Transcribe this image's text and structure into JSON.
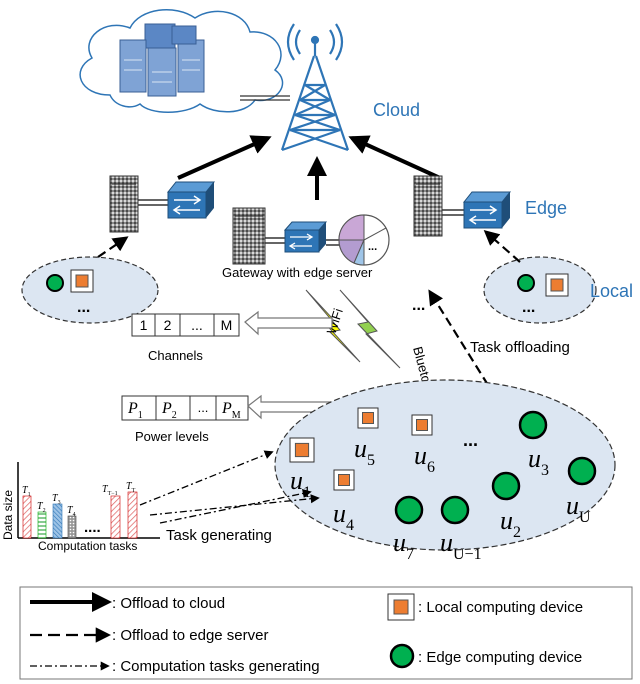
{
  "tiers": {
    "cloud": "Cloud",
    "edge": "Edge",
    "local": "Local"
  },
  "gateway_label": "Gateway with edge server",
  "wireless": {
    "wifi": "WiFi",
    "bluetooth": "Bluetooth"
  },
  "ellipsis": "...",
  "task_offloading": "Task offloading",
  "channels": {
    "cells": [
      "1",
      "2",
      "...",
      "M"
    ],
    "label": "Channels"
  },
  "power_levels": {
    "cells": [
      {
        "sym": "P",
        "sub": "1"
      },
      {
        "sym": "P",
        "sub": "2"
      },
      {
        "sym": "...",
        "sub": ""
      },
      {
        "sym": "P",
        "sub": "M"
      }
    ],
    "label": "Power levels"
  },
  "task_chart": {
    "ylabel": "Data size",
    "xlabel": "Computation tasks",
    "bar_labels": [
      {
        "sym": "T",
        "sub": "1"
      },
      {
        "sym": "T",
        "sub": "2"
      },
      {
        "sym": "T",
        "sub": "3"
      },
      {
        "sym": "T",
        "sub": "4"
      },
      {
        "sym": "T",
        "sub": "T−1"
      },
      {
        "sym": "T",
        "sub": "T"
      }
    ],
    "dots": "....",
    "task_generating": "Task generating"
  },
  "users": [
    {
      "sym": "u",
      "sub": "1",
      "type": "local"
    },
    {
      "sym": "u",
      "sub": "5",
      "type": "local"
    },
    {
      "sym": "u",
      "sub": "6",
      "type": "local"
    },
    {
      "sym": "u",
      "sub": "4",
      "type": "local"
    },
    {
      "sym": "u",
      "sub": "3",
      "type": "edge"
    },
    {
      "sym": "u",
      "sub": "U",
      "type": "edge"
    },
    {
      "sym": "u",
      "sub": "2",
      "type": "edge"
    },
    {
      "sym": "u",
      "sub": "7",
      "type": "edge"
    },
    {
      "sym": "u",
      "sub": "U−1",
      "type": "edge"
    }
  ],
  "legend": {
    "offload_cloud": ": Offload to cloud",
    "offload_edge": ": Offload to edge server",
    "task_gen": ": Computation tasks generating",
    "local_device": ": Local computing device",
    "edge_device": ": Edge computing device"
  },
  "colors": {
    "tier_label": "#2e75b6",
    "ellipse_fill": "#dce6f2",
    "local_device": "#ed7d31",
    "edge_device": "#00b050",
    "server_blue": "#2e75b6",
    "wifi_bolt": "#ffff00",
    "bluetooth_bolt": "#92d050"
  }
}
